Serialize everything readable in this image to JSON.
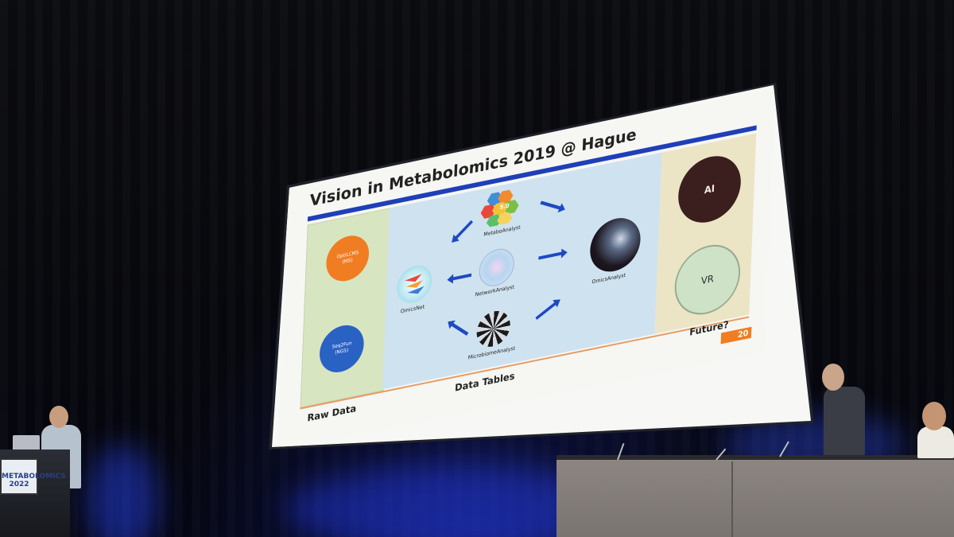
{
  "slide": {
    "title": "Vision in Metabolomics 2019 @ Hague",
    "left_column": {
      "item1": "OptiLCMS\n(MS)",
      "item2": "Seq2Fun\n(NGS)"
    },
    "middle_column": {
      "tools": [
        {
          "label": "MetaboAnalyst",
          "badge": "5.0"
        },
        {
          "label": "NetworkAnalyst"
        },
        {
          "label": "MicrobiomeAnalyst"
        },
        {
          "label": "OmicsNet"
        },
        {
          "label": "OmicsAnalyst"
        }
      ]
    },
    "right_column": {
      "item1": "AI",
      "item2": "VR"
    },
    "footer": {
      "left": "Raw Data",
      "middle": "Data Tables",
      "right": "Future?",
      "page": "20"
    }
  },
  "venue": {
    "podium_sign": "METABOLOMICS\n2022"
  },
  "colors": {
    "title_bar": "#1f3fb8",
    "orange": "#f07d22",
    "blue": "#2a62c3",
    "ai_circle": "#3b1f1f",
    "vr_circle": "#cde2c6",
    "arrow": "#1e49c2"
  }
}
